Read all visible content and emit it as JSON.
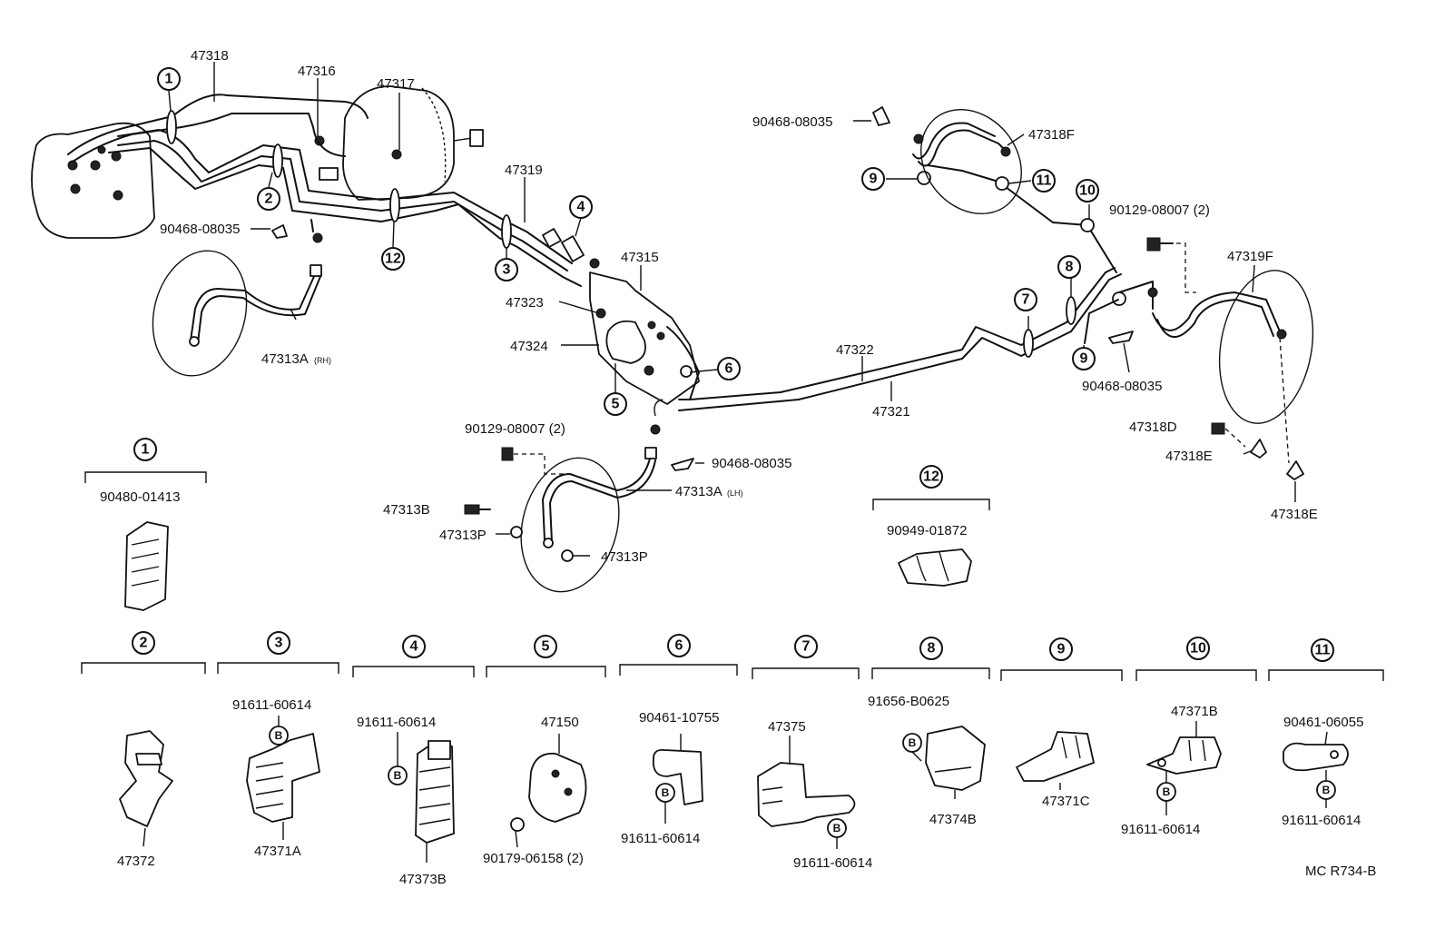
{
  "diagram_id": "MC R734-B",
  "callouts": [
    "1",
    "2",
    "3",
    "4",
    "5",
    "6",
    "7",
    "8",
    "9",
    "10",
    "11",
    "12"
  ],
  "bolt_mark": "B",
  "parts_main": {
    "p47318": "47318",
    "p47316": "47316",
    "p47317": "47317",
    "p90468_a": "90468-08035",
    "p47313A_rh": "47313A",
    "p47313A_rh_suffix": "(RH)",
    "p47319": "47319",
    "p47315": "47315",
    "p47323": "47323",
    "p47324": "47324",
    "p47322": "47322",
    "p47321": "47321",
    "p90468_b": "90468-08035",
    "p47318F": "47318F",
    "p90129_a": "90129-08007 (2)",
    "p47319F": "47319F",
    "p90468_c": "90468-08035",
    "p47318D": "47318D",
    "p47318E_a": "47318E",
    "p47318E_b": "47318E",
    "p90129_b": "90129-08007 (2)",
    "p90468_d": "90468-08035",
    "p47313A_lh": "47313A",
    "p47313A_lh_suffix": "(LH)",
    "p47313B": "47313B",
    "p47313P_a": "47313P",
    "p47313P_b": "47313P"
  },
  "groups": {
    "g1": {
      "num": "1",
      "part": "90480-01413"
    },
    "g12": {
      "num": "12",
      "part": "90949-01872"
    },
    "g2": {
      "num": "2",
      "part": "47372"
    },
    "g3": {
      "num": "3",
      "bolt": "91611-60614",
      "part": "47371A"
    },
    "g4": {
      "num": "4",
      "bolt": "91611-60614",
      "part": "47373B"
    },
    "g5": {
      "num": "5",
      "part": "47150",
      "bolt": "90179-06158 (2)"
    },
    "g6": {
      "num": "6",
      "part": "90461-10755",
      "bolt": "91611-60614"
    },
    "g7": {
      "num": "7",
      "part": "47375",
      "bolt": "91611-60614"
    },
    "g8": {
      "num": "8",
      "bolt": "91656-B0625",
      "part": "47374B"
    },
    "g9": {
      "num": "9",
      "part": "47371C"
    },
    "g10": {
      "num": "10",
      "part": "47371B",
      "bolt": "91611-60614"
    },
    "g11": {
      "num": "11",
      "part": "90461-06055",
      "bolt": "91611-60614"
    }
  }
}
